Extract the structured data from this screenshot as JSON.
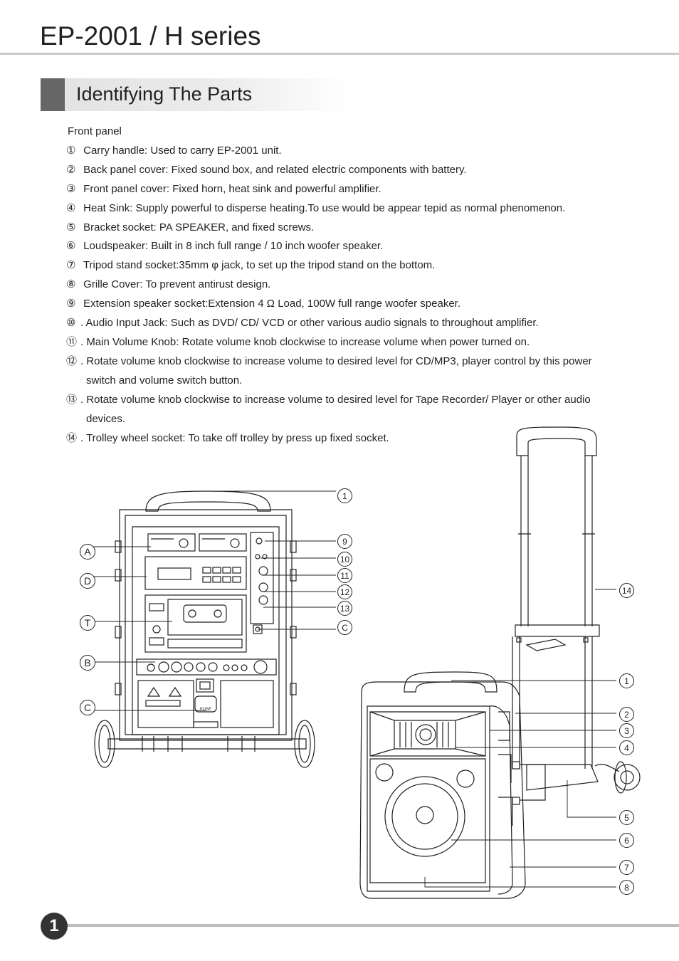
{
  "header": {
    "title": "EP-2001 / H series"
  },
  "section": {
    "title": "Identifying The Parts"
  },
  "description": {
    "heading": "Front panel",
    "items": [
      {
        "marker": "①",
        "text": " Carry handle: Used to carry EP-2001 unit."
      },
      {
        "marker": "②",
        "text": " Back panel cover: Fixed sound box, and related electric  components with battery."
      },
      {
        "marker": "③",
        "text": " Front panel cover: Fixed horn, heat sink and powerful  amplifier."
      },
      {
        "marker": "④",
        "text": " Heat Sink: Supply powerful to disperse heating.To use would be appear tepid as normal phenomenon."
      },
      {
        "marker": "⑤",
        "text": " Bracket socket:  PA SPEAKER, and fixed screws."
      },
      {
        "marker": "⑥",
        "text": " Loudspeaker: Built in 8 inch full range / 10 inch woofer speaker."
      },
      {
        "marker": "⑦",
        "text": " Tripod stand socket:35mm φ jack,  to set up the tripod stand on the bottom."
      },
      {
        "marker": "⑧",
        "text": " Grille Cover: To prevent antirust design."
      },
      {
        "marker": "⑨",
        "text": " Extension speaker socket:Extension 4 Ω   Load, 100W full range  woofer speaker."
      },
      {
        "marker": "⑩",
        "text": ". Audio Input Jack: Such as DVD/ CD/ VCD or other various audio signals to throughout amplifier."
      },
      {
        "marker": "⑪",
        "text": ". Main Volume Knob: Rotate volume knob clockwise to increase volume when power turned on."
      },
      {
        "marker": "⑫",
        "text": ". Rotate volume knob clockwise to increase volume to desired level for CD/MP3, player control by this power",
        "cont": "switch and volume switch button."
      },
      {
        "marker": "⑬",
        "text": ". Rotate volume knob clockwise to increase volume to desired level for Tape Recorder/ Player or other audio",
        "cont": "devices."
      },
      {
        "marker": "⑭",
        "text": ". Trolley wheel socket: To take off trolley by press up fixed socket."
      }
    ]
  },
  "front_diagram": {
    "letter_callouts": [
      "A",
      "D",
      "T",
      "B",
      "C"
    ],
    "number_callouts": [
      "1",
      "9",
      "10",
      "11",
      "12",
      "13",
      "C"
    ],
    "fuse_label": "FUSE"
  },
  "side_diagram": {
    "callouts": [
      "14",
      "1",
      "2",
      "3",
      "4",
      "5",
      "6",
      "7",
      "8"
    ]
  },
  "footer": {
    "page_number": "1"
  }
}
